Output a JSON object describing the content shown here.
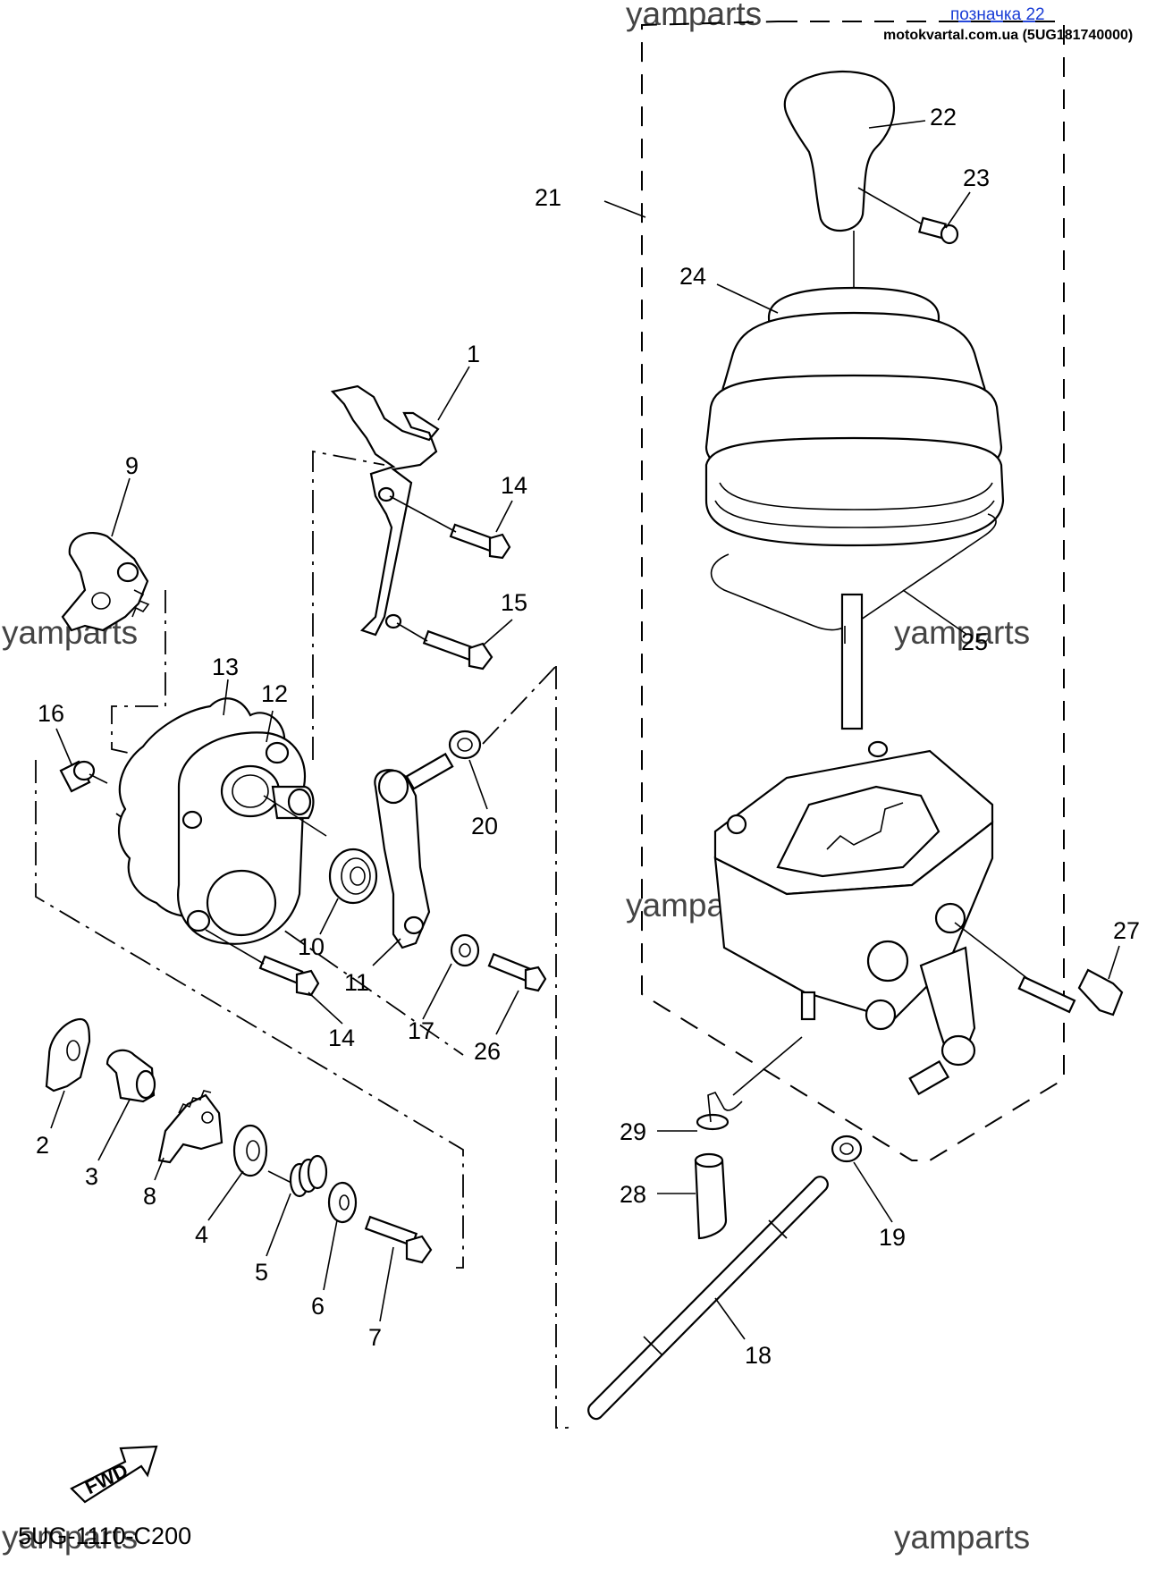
{
  "header": {
    "link_text": "позначка 22",
    "source_text": "motokvartal.com.ua (5UG181740000)"
  },
  "watermark": "yamparts",
  "drawing_ref": "5UG-1110-C200",
  "fwd_label": "FWD",
  "callouts": [
    "1",
    "2",
    "3",
    "4",
    "5",
    "6",
    "7",
    "8",
    "9",
    "10",
    "11",
    "12",
    "13",
    "14",
    "15",
    "16",
    "17",
    "18",
    "19",
    "20",
    "21",
    "22",
    "23",
    "24",
    "25",
    "26",
    "27",
    "28",
    "29"
  ],
  "callout_14_second": "14"
}
